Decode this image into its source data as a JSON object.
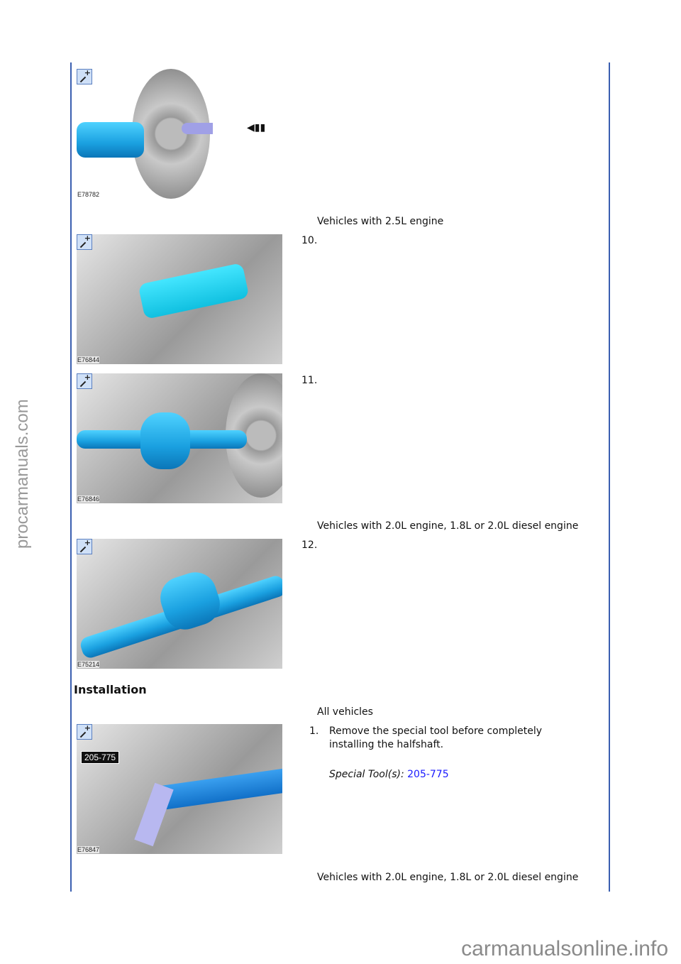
{
  "figures": [
    {
      "code": "E78782"
    },
    {
      "code": "E76844"
    },
    {
      "code": "E76846"
    },
    {
      "code": "E75214"
    },
    {
      "code": "E76847",
      "tag": "205-775"
    }
  ],
  "captions": {
    "c1": "Vehicles with 2.5L engine",
    "c2": "Vehicles with 2.0L engine, 1.8L or 2.0L diesel engine",
    "c3": "All vehicles",
    "c4": "Vehicles with 2.0L engine, 1.8L or 2.0L diesel engine"
  },
  "steps": {
    "s10": "10.",
    "s11": "11.",
    "s12": "12."
  },
  "installation": {
    "heading": "Installation",
    "step1_num": "1.",
    "step1_line1": "Remove the special tool before completely",
    "step1_line2": "installing the halfshaft.",
    "special_tool_label": "Special Tool(s):",
    "special_tool_value": "205-775"
  },
  "side_watermark": "procarmanuals.com",
  "footer_watermark": "carmanualsonline.info",
  "colors": {
    "rule": "#3a5fb0",
    "link": "#1a1aff"
  }
}
